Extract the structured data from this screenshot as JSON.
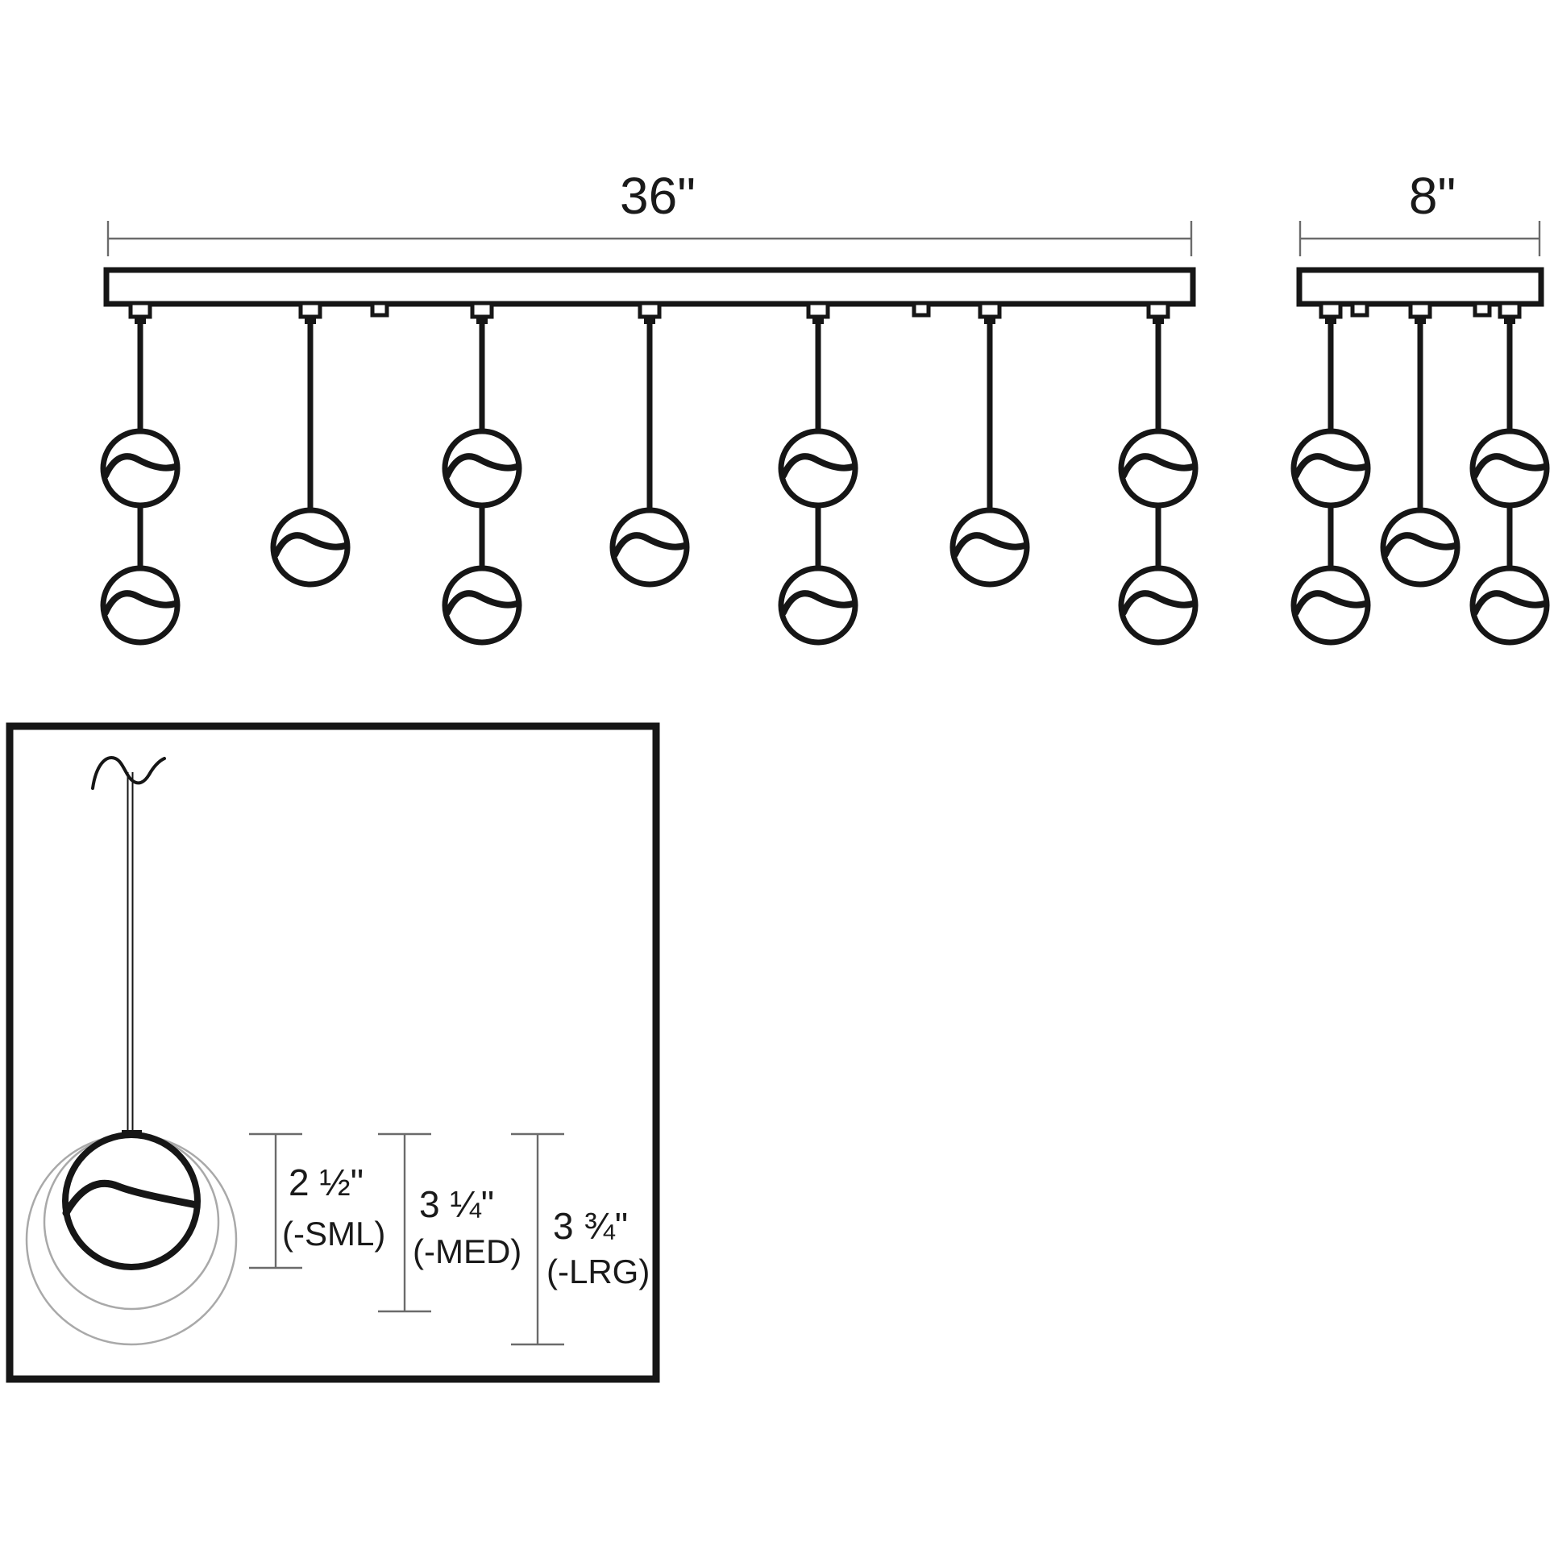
{
  "colors": {
    "ink": "#161616",
    "dimension_lines": "#6b6b6b",
    "ghost_circles": "#a9a9a9",
    "background": "#ffffff"
  },
  "large_assembly": {
    "width_label": "36\"",
    "drop_count": 7,
    "drop_pattern": [
      "double",
      "single",
      "double",
      "single",
      "double",
      "single",
      "double"
    ],
    "knockout_count": 2
  },
  "small_assembly": {
    "width_label": "8\"",
    "drop_count": 3,
    "drop_pattern": [
      "double",
      "single",
      "double"
    ],
    "knockout_count": 2
  },
  "size_detail": {
    "options": [
      {
        "diameter": "2 ½\"",
        "code": "(-SML)"
      },
      {
        "diameter": "3 ¼\"",
        "code": "(-MED)"
      },
      {
        "diameter": "3 ¾\"",
        "code": "(-LRG)"
      }
    ]
  }
}
